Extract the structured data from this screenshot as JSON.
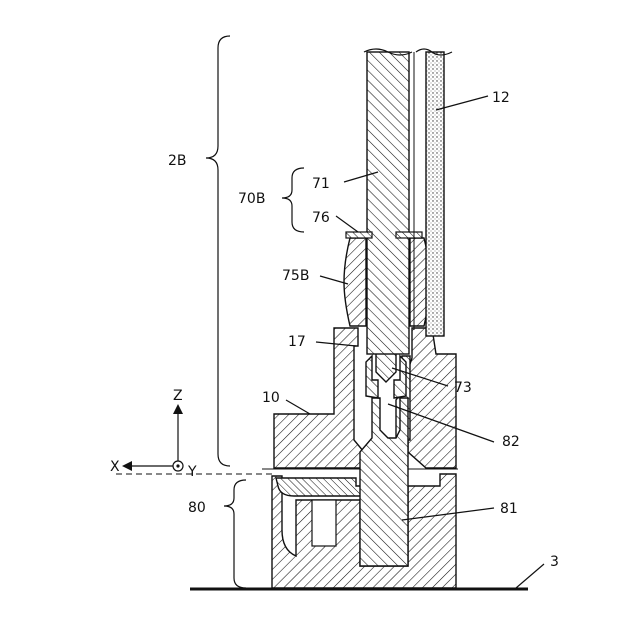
{
  "labels": {
    "l_2b": "2B",
    "l_70b": "70B",
    "l_71": "71",
    "l_76": "76",
    "l_75b": "75B",
    "l_17": "17",
    "l_10": "10",
    "l_12": "12",
    "l_73": "73",
    "l_82": "82",
    "l_80": "80",
    "l_81": "81",
    "l_3": "3"
  },
  "axes": {
    "z": "Z",
    "x": "X",
    "y": "Y"
  }
}
